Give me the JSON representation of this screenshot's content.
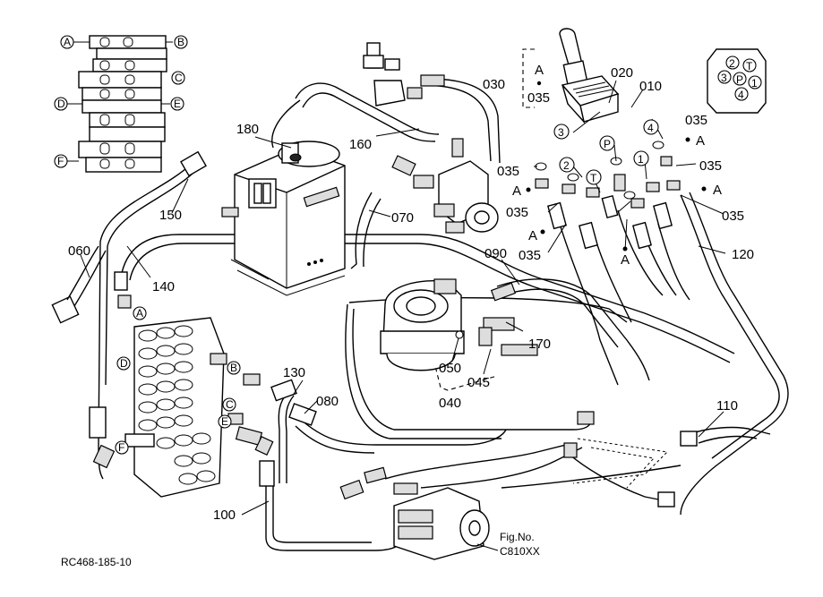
{
  "diagram": {
    "doc_ref": "RC468-185-10",
    "fig_ref": {
      "line1": "Fig.No.",
      "line2": "C810XX"
    },
    "part_numbers": {
      "p010": "010",
      "p020": "020",
      "p030": "030",
      "p035": "035",
      "p040": "040",
      "p045": "045",
      "p050": "050",
      "p060": "060",
      "p070": "070",
      "p080": "080",
      "p090": "090",
      "p100": "100",
      "p110": "110",
      "p120": "120",
      "p130": "130",
      "p140": "140",
      "p150": "150",
      "p160": "160",
      "p170": "170",
      "p180": "180"
    },
    "port_letters": {
      "A": "A",
      "B": "B",
      "C": "C",
      "D": "D",
      "E": "E",
      "F": "F"
    },
    "port_numbers": {
      "n1": "1",
      "n2": "2",
      "n3": "3",
      "n4": "4",
      "P": "P",
      "T": "T"
    }
  }
}
